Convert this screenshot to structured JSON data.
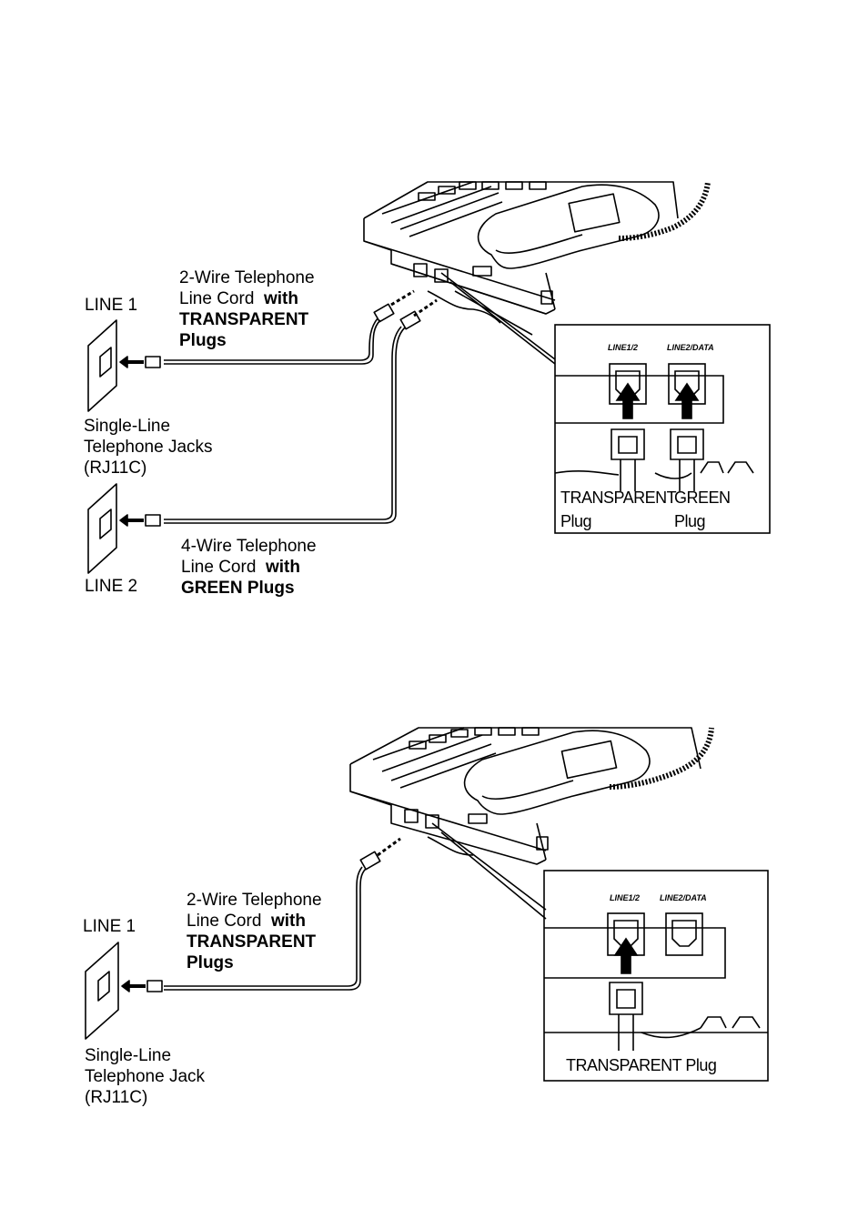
{
  "diagram1": {
    "line_label": "LINE 1",
    "line2_label": "LINE 2",
    "cord2_line1": "2-Wire Telephone",
    "cord2_line2": "Line Cord",
    "cord2_with": "with",
    "cord2_plug1": "TRANSPARENT",
    "cord2_plug2": "Plugs",
    "jack_line1": "Single-Line",
    "jack_line2": "Telephone Jacks",
    "jack_line3": "(RJ11C)",
    "cord4_line1": "4-Wire Telephone",
    "cord4_line2": "Line Cord",
    "cord4_with": "with",
    "cord4_plug": "GREEN Plugs",
    "inset_port1": "LINE1/2",
    "inset_port2": "LINE2/DATA",
    "inset_plug1": "TRANSPARENT",
    "inset_plug2": "GREEN",
    "inset_plug1_word": "Plug",
    "inset_plug2_word": "Plug"
  },
  "diagram2": {
    "line_label": "LINE 1",
    "cord_line1": "2-Wire Telephone",
    "cord_line2": "Line Cord",
    "cord_with": "with",
    "cord_plug1": "TRANSPARENT",
    "cord_plug2": "Plugs",
    "jack_line1": "Single-Line",
    "jack_line2": "Telephone Jack",
    "jack_line3": "(RJ11C)",
    "inset_port1": "LINE1/2",
    "inset_port2": "LINE2/DATA",
    "inset_plug": "TRANSPARENT Plug"
  }
}
